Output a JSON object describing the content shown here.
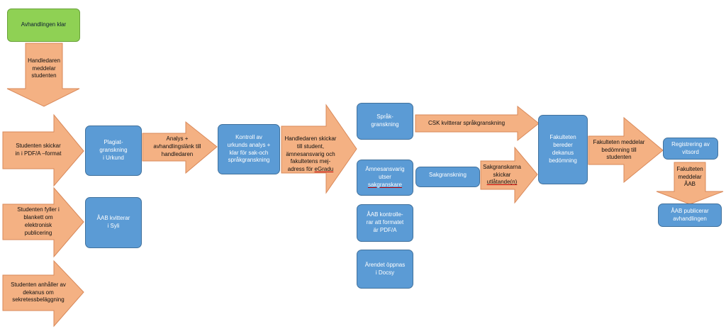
{
  "colors": {
    "arrow_fill": "#f4b183",
    "arrow_stroke": "#d9895a",
    "box_fill": "#5b9bd5",
    "box_stroke": "#41719c",
    "start_fill": "#8fd154"
  },
  "nodes": {
    "start": "Avhandlingen klar",
    "handledaren_meddelar": "Handledaren\nmeddelar\nstudenten",
    "studenten_skickar": "Studenten skickar\nin i PDF/A –format",
    "studenten_fyller": "Studenten fyller i\nblankett om\nelektronisk\npublicering",
    "studenten_anhaller": "Studenten anhåller av\ndekanus om\nsekretessbeläggning",
    "plagiat": "Plagiat-\ngranskning\ni Urkund",
    "aab_kvitterar": "ÅAB kvitterar\ni Syli",
    "analys": "Analys +\navhandlingslänk till\nhandledaren",
    "kontroll": "Kontroll av\nurkunds analys +\nklar för sak-och\nspråkgranskning",
    "handledaren_skickar_1": "Handledaren skickar\ntill student,\nämnesansvarig och\nfakultetens mej-\nadress för ",
    "handledaren_skickar_2": "eGradu",
    "sprak": "Språk-\ngranskning",
    "csk": "CSK kvitterar språkgranskning",
    "amnesansvarig_1": "Ämnesansvarig\nutser\n",
    "amnesansvarig_2": "sakgranskare",
    "sakgranskning": "Sakgranskning",
    "sakgranskarna_1": "Sakgranskarna\nskickar\n",
    "sakgranskarna_2": "utlåtande(n)",
    "aab_kontrollerar": "ÅAB kontrolle-\nrar att formatet\när PDF/A",
    "arendet": "Ärendet öppnas\ni Docsy",
    "fakulteten_bereder": "Fakulteten\nbereder\ndekanus\nbedömning",
    "fakulteten_meddelar": "Fakulteten meddelar\nbedömning till\nstudenten",
    "registrering": "Registrering av\nvitsord",
    "fakulteten_meddelar_aab": "Fakulteten\nmeddelar\nÅAB",
    "aab_publicerar": "ÅAB publicerar\navhandlingen"
  }
}
